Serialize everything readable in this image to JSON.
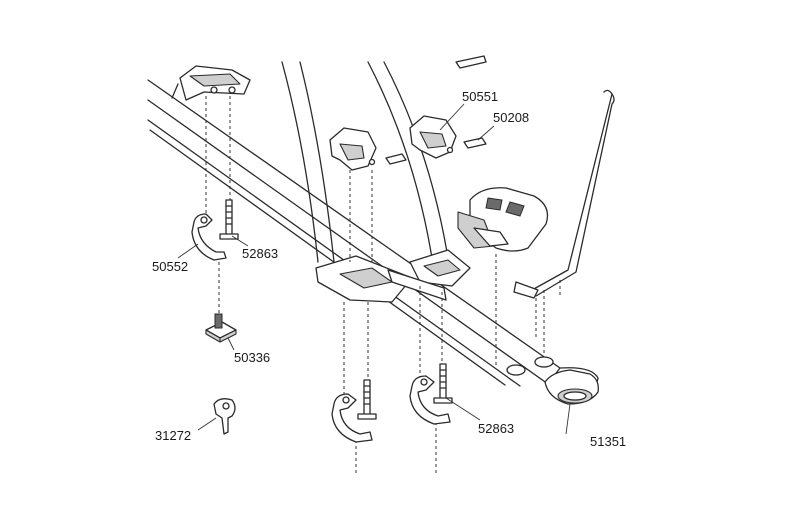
{
  "parts": [
    {
      "id": "p50551",
      "number": "50551"
    },
    {
      "id": "p50208",
      "number": "50208"
    },
    {
      "id": "p50552",
      "number": "50552"
    },
    {
      "id": "p52863a",
      "number": "52863"
    },
    {
      "id": "p50336",
      "number": "50336"
    },
    {
      "id": "p31272",
      "number": "31272"
    },
    {
      "id": "p52863b",
      "number": "52863"
    },
    {
      "id": "p51351",
      "number": "51351"
    }
  ]
}
